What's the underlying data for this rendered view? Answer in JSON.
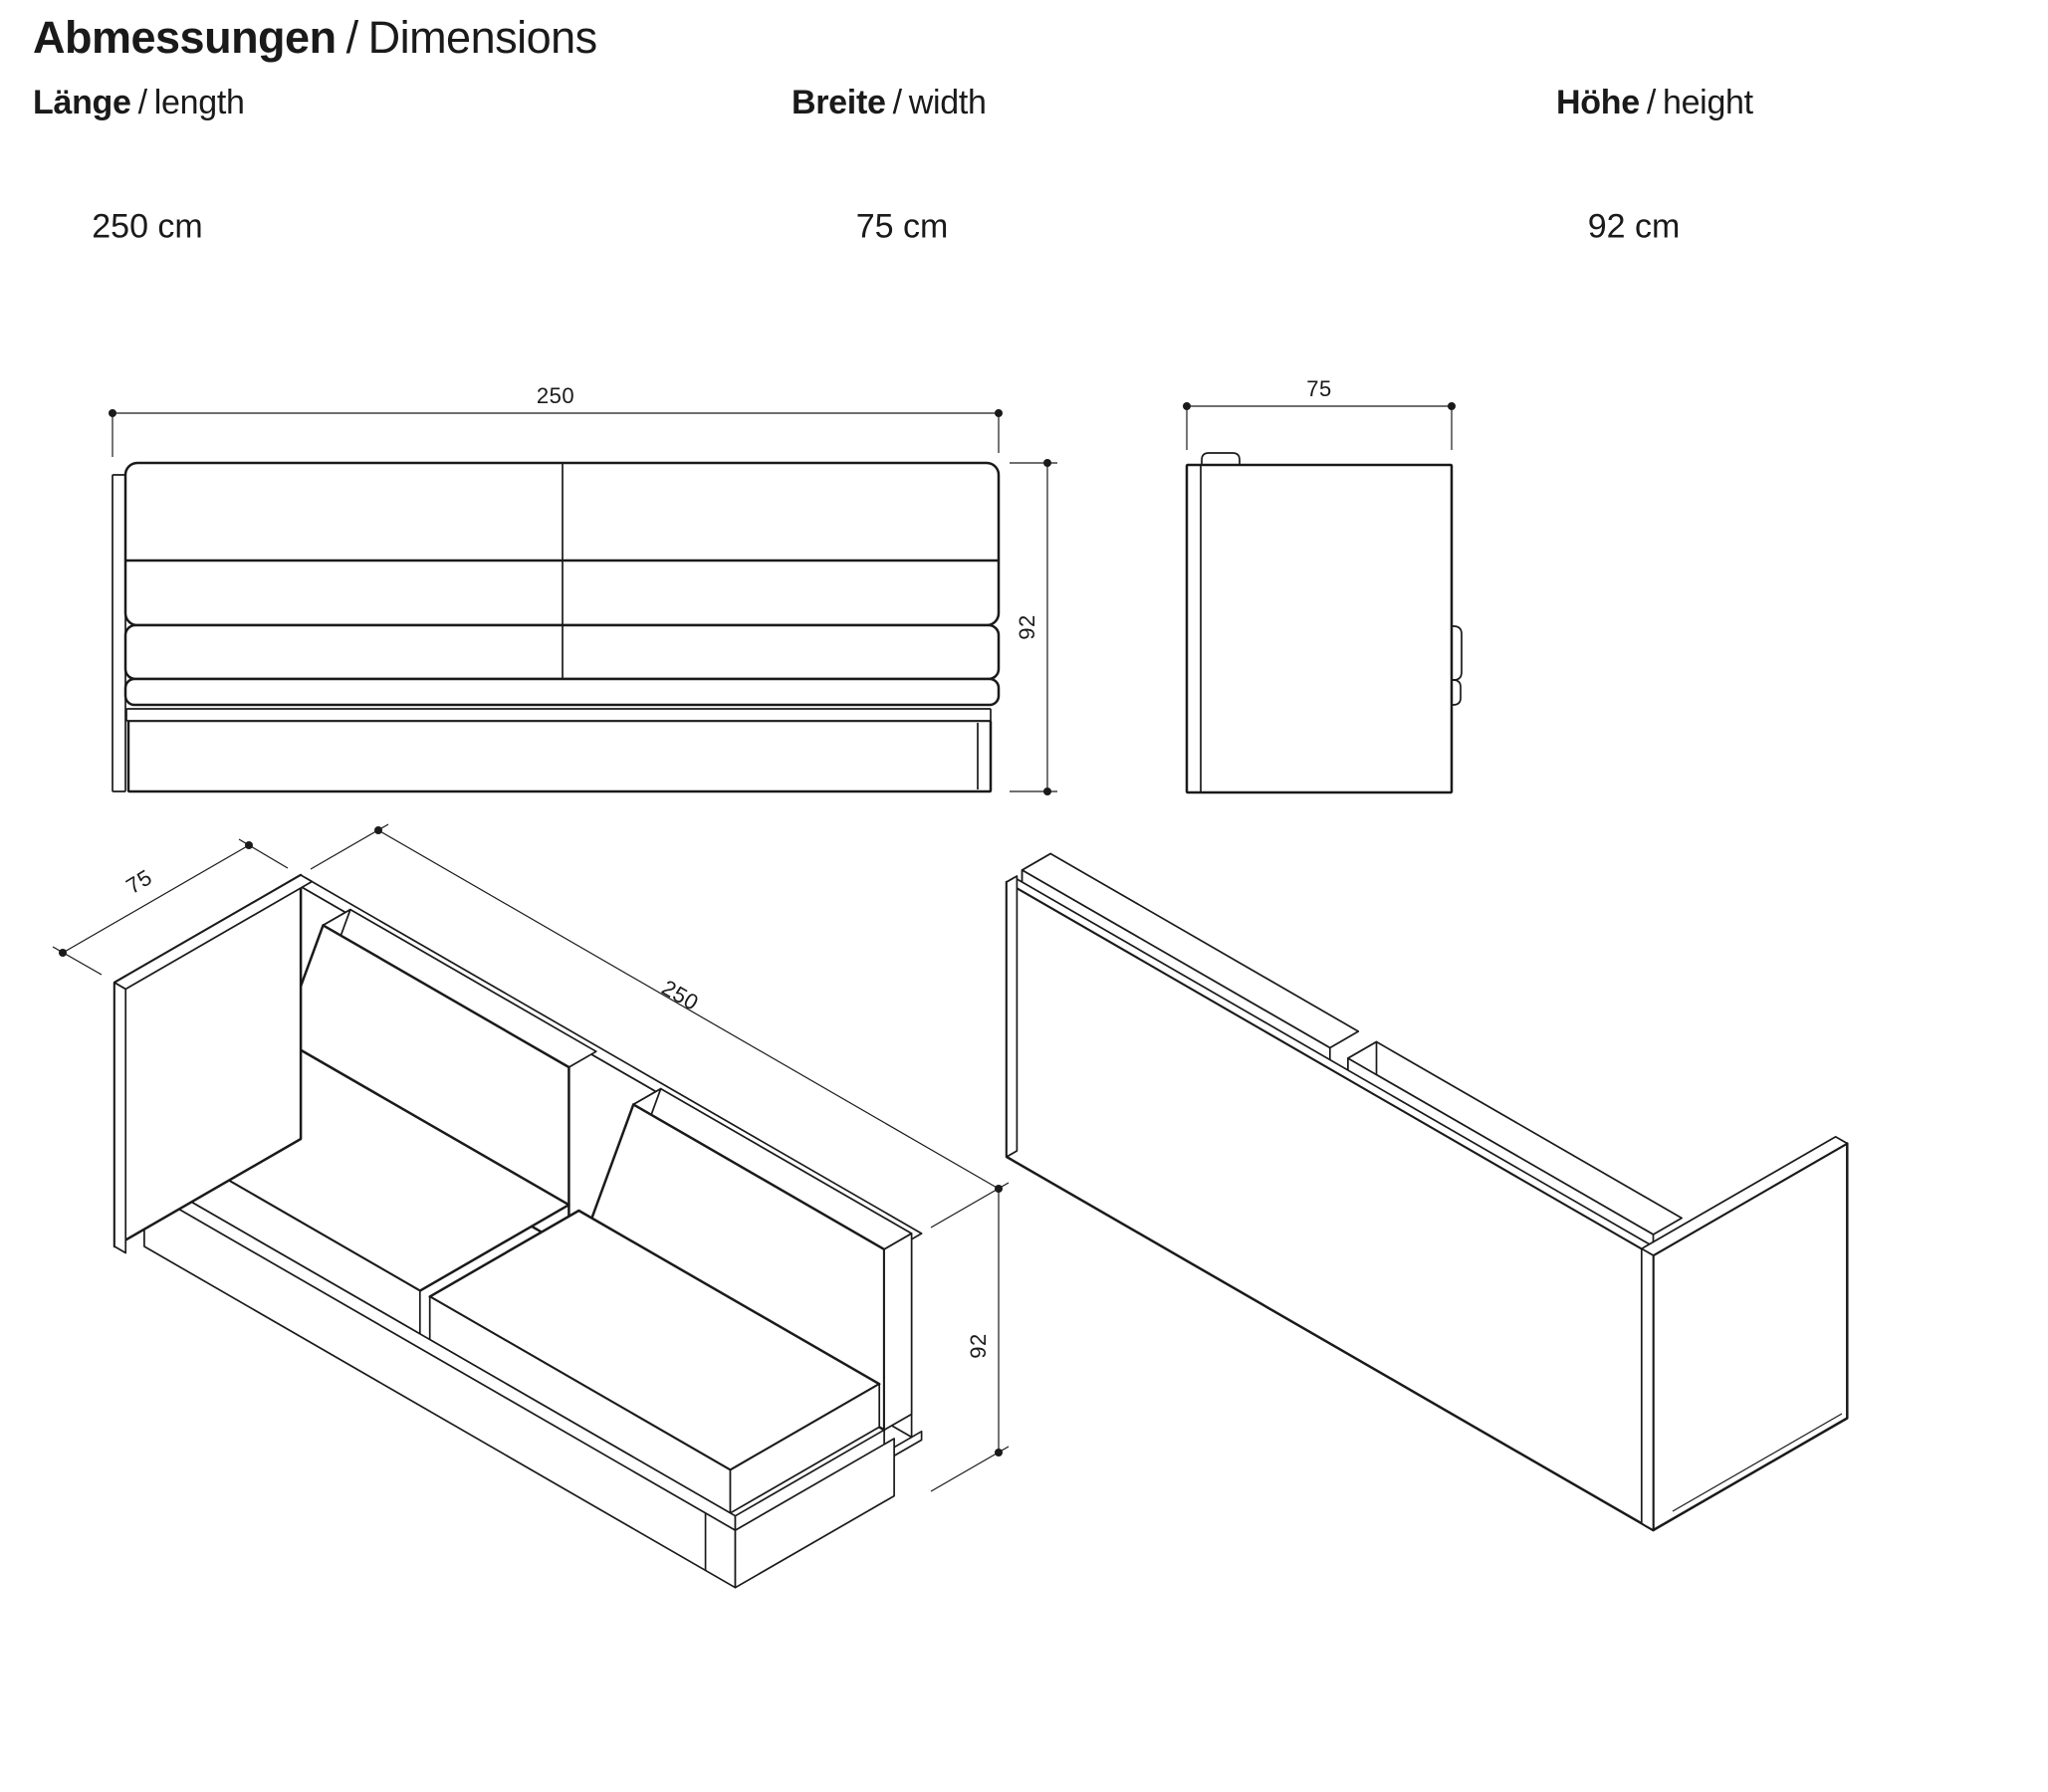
{
  "title": {
    "de": "Abmessungen",
    "sep": "/",
    "en": "Dimensions"
  },
  "columns": [
    {
      "de": "Länge",
      "sep": "/",
      "en": "length",
      "value": "250 cm"
    },
    {
      "de": "Breite",
      "sep": "/",
      "en": "width",
      "value": "75 cm"
    },
    {
      "de": "Höhe",
      "sep": "/",
      "en": "height",
      "value": "92 cm"
    }
  ],
  "drawing_labels": {
    "length": "250",
    "width": "75",
    "height": "92"
  },
  "colors": {
    "line": "#1a1a1a",
    "background": "#ffffff"
  }
}
